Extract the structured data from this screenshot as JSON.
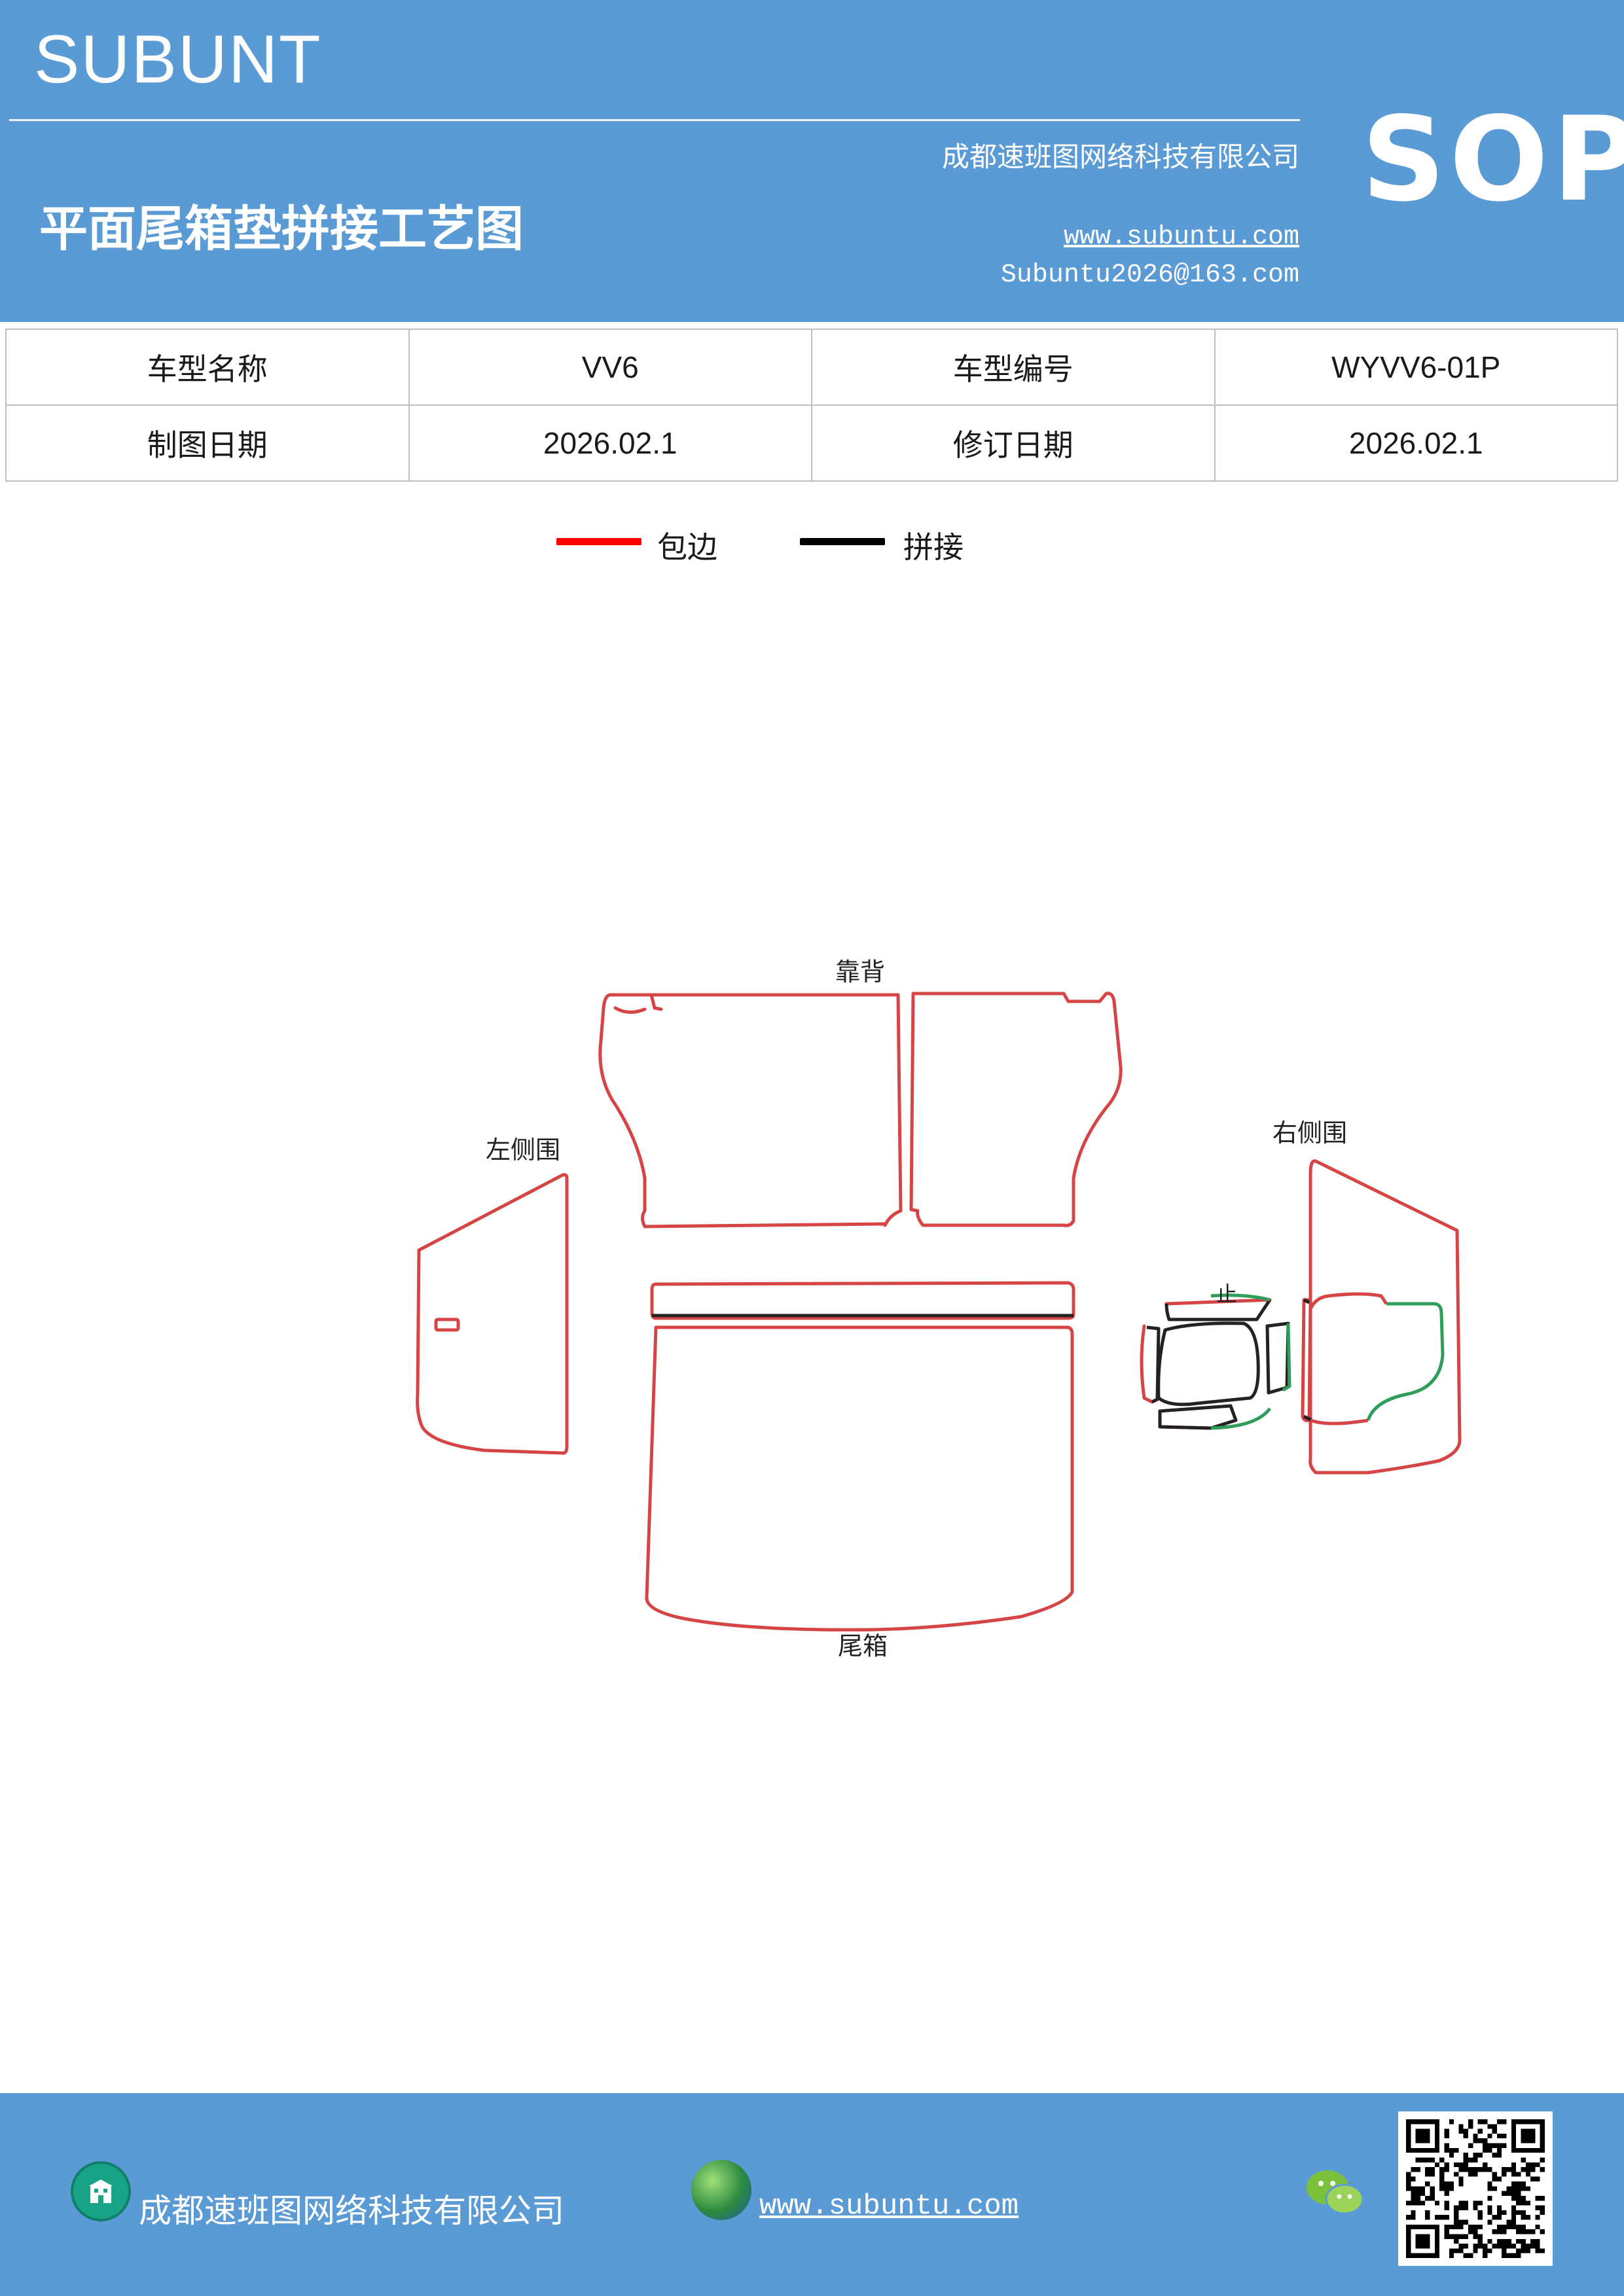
{
  "header": {
    "brand": "SUBUNT",
    "badge": "SOP",
    "title": "平面尾箱垫拼接工艺图",
    "company": "成都速班图网络科技有限公司",
    "website": "www.subuntu.com",
    "email": "Subuntu2026@163.com"
  },
  "info_table": {
    "rows": [
      {
        "label1": "车型名称",
        "value1": "VV6",
        "label2": "车型编号",
        "value2": "WYVV6-01P"
      },
      {
        "label1": "制图日期",
        "value1": "2026.02.1",
        "label2": "修订日期",
        "value2": "2026.02.1"
      }
    ]
  },
  "legend": {
    "items": [
      {
        "label": "包边",
        "color": "#ff0000"
      },
      {
        "label": "拼接",
        "color": "#000000"
      }
    ]
  },
  "drawing": {
    "labels": {
      "backrest": "靠背",
      "left_side": "左侧围",
      "right_side": "右侧围",
      "trunk": "尾箱",
      "small_mark": "止"
    },
    "colors": {
      "edge_binding": "#d64545",
      "seam": "#222222",
      "green_edge": "#2e9e5a"
    }
  },
  "footer": {
    "company": "成都速班图网络科技有限公司",
    "website": "www.subuntu.com",
    "icons": [
      "building-icon",
      "globe-icon",
      "wechat-icon",
      "qr-code"
    ]
  }
}
